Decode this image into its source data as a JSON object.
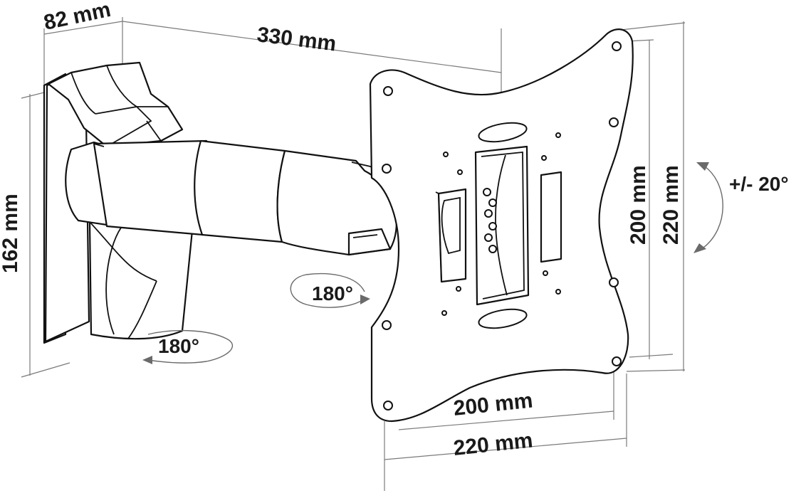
{
  "dimensions": {
    "depth": "82 mm",
    "length": "330 mm",
    "height": "162 mm",
    "vesa_v_inner": "200 mm",
    "vesa_v_outer": "220 mm",
    "vesa_h_inner": "200 mm",
    "vesa_h_outer": "220 mm"
  },
  "rotations": {
    "tilt": "+/- 20°",
    "swivel_arm": "180°",
    "swivel_wall": "180°"
  }
}
